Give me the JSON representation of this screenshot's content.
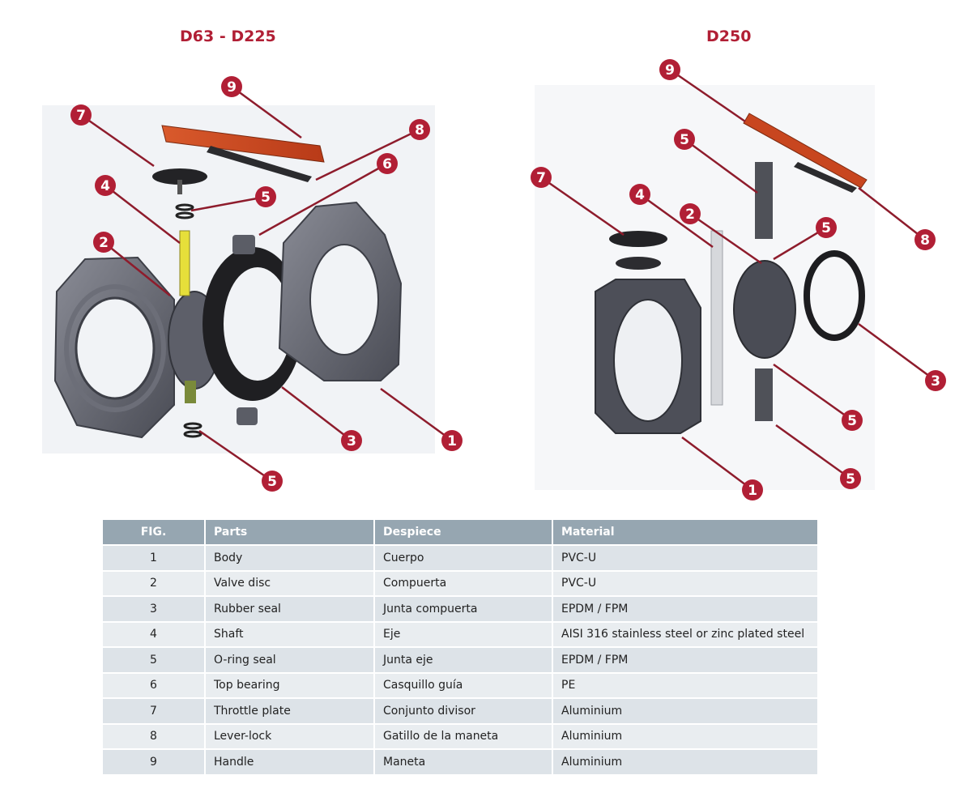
{
  "figures": {
    "left_title": "D63 - D225",
    "right_title": "D250"
  },
  "callout_numbers": [
    "1",
    "2",
    "3",
    "4",
    "5",
    "6",
    "7",
    "8",
    "9"
  ],
  "colors": {
    "accent": "#b11f35",
    "header": "#96a6b1",
    "row_odd": "#dde3e8",
    "row_even": "#e9edf0",
    "pvc_grey": "#5a5c66",
    "handle_red": "#c8461f"
  },
  "table": {
    "headers": {
      "fig": "FIG.",
      "parts": "Parts",
      "despiece": "Despiece",
      "material": "Material"
    },
    "rows": [
      {
        "fig": "1",
        "part": "Body",
        "despiece": "Cuerpo",
        "material": "PVC-U"
      },
      {
        "fig": "2",
        "part": "Valve disc",
        "despiece": "Compuerta",
        "material": "PVC-U"
      },
      {
        "fig": "3",
        "part": "Rubber seal",
        "despiece": "Junta compuerta",
        "material": "EPDM / FPM"
      },
      {
        "fig": "4",
        "part": "Shaft",
        "despiece": "Eje",
        "material": "AISI 316 stainless steel or zinc plated steel"
      },
      {
        "fig": "5",
        "part": "O-ring seal",
        "despiece": "Junta eje",
        "material": "EPDM / FPM"
      },
      {
        "fig": "6",
        "part": "Top bearing",
        "despiece": "Casquillo guía",
        "material": "PE"
      },
      {
        "fig": "7",
        "part": "Throttle plate",
        "despiece": "Conjunto divisor",
        "material": "Aluminium"
      },
      {
        "fig": "8",
        "part": "Lever-lock",
        "despiece": "Gatillo de la maneta",
        "material": "Aluminium"
      },
      {
        "fig": "9",
        "part": "Handle",
        "despiece": "Maneta",
        "material": "Aluminium"
      }
    ]
  }
}
